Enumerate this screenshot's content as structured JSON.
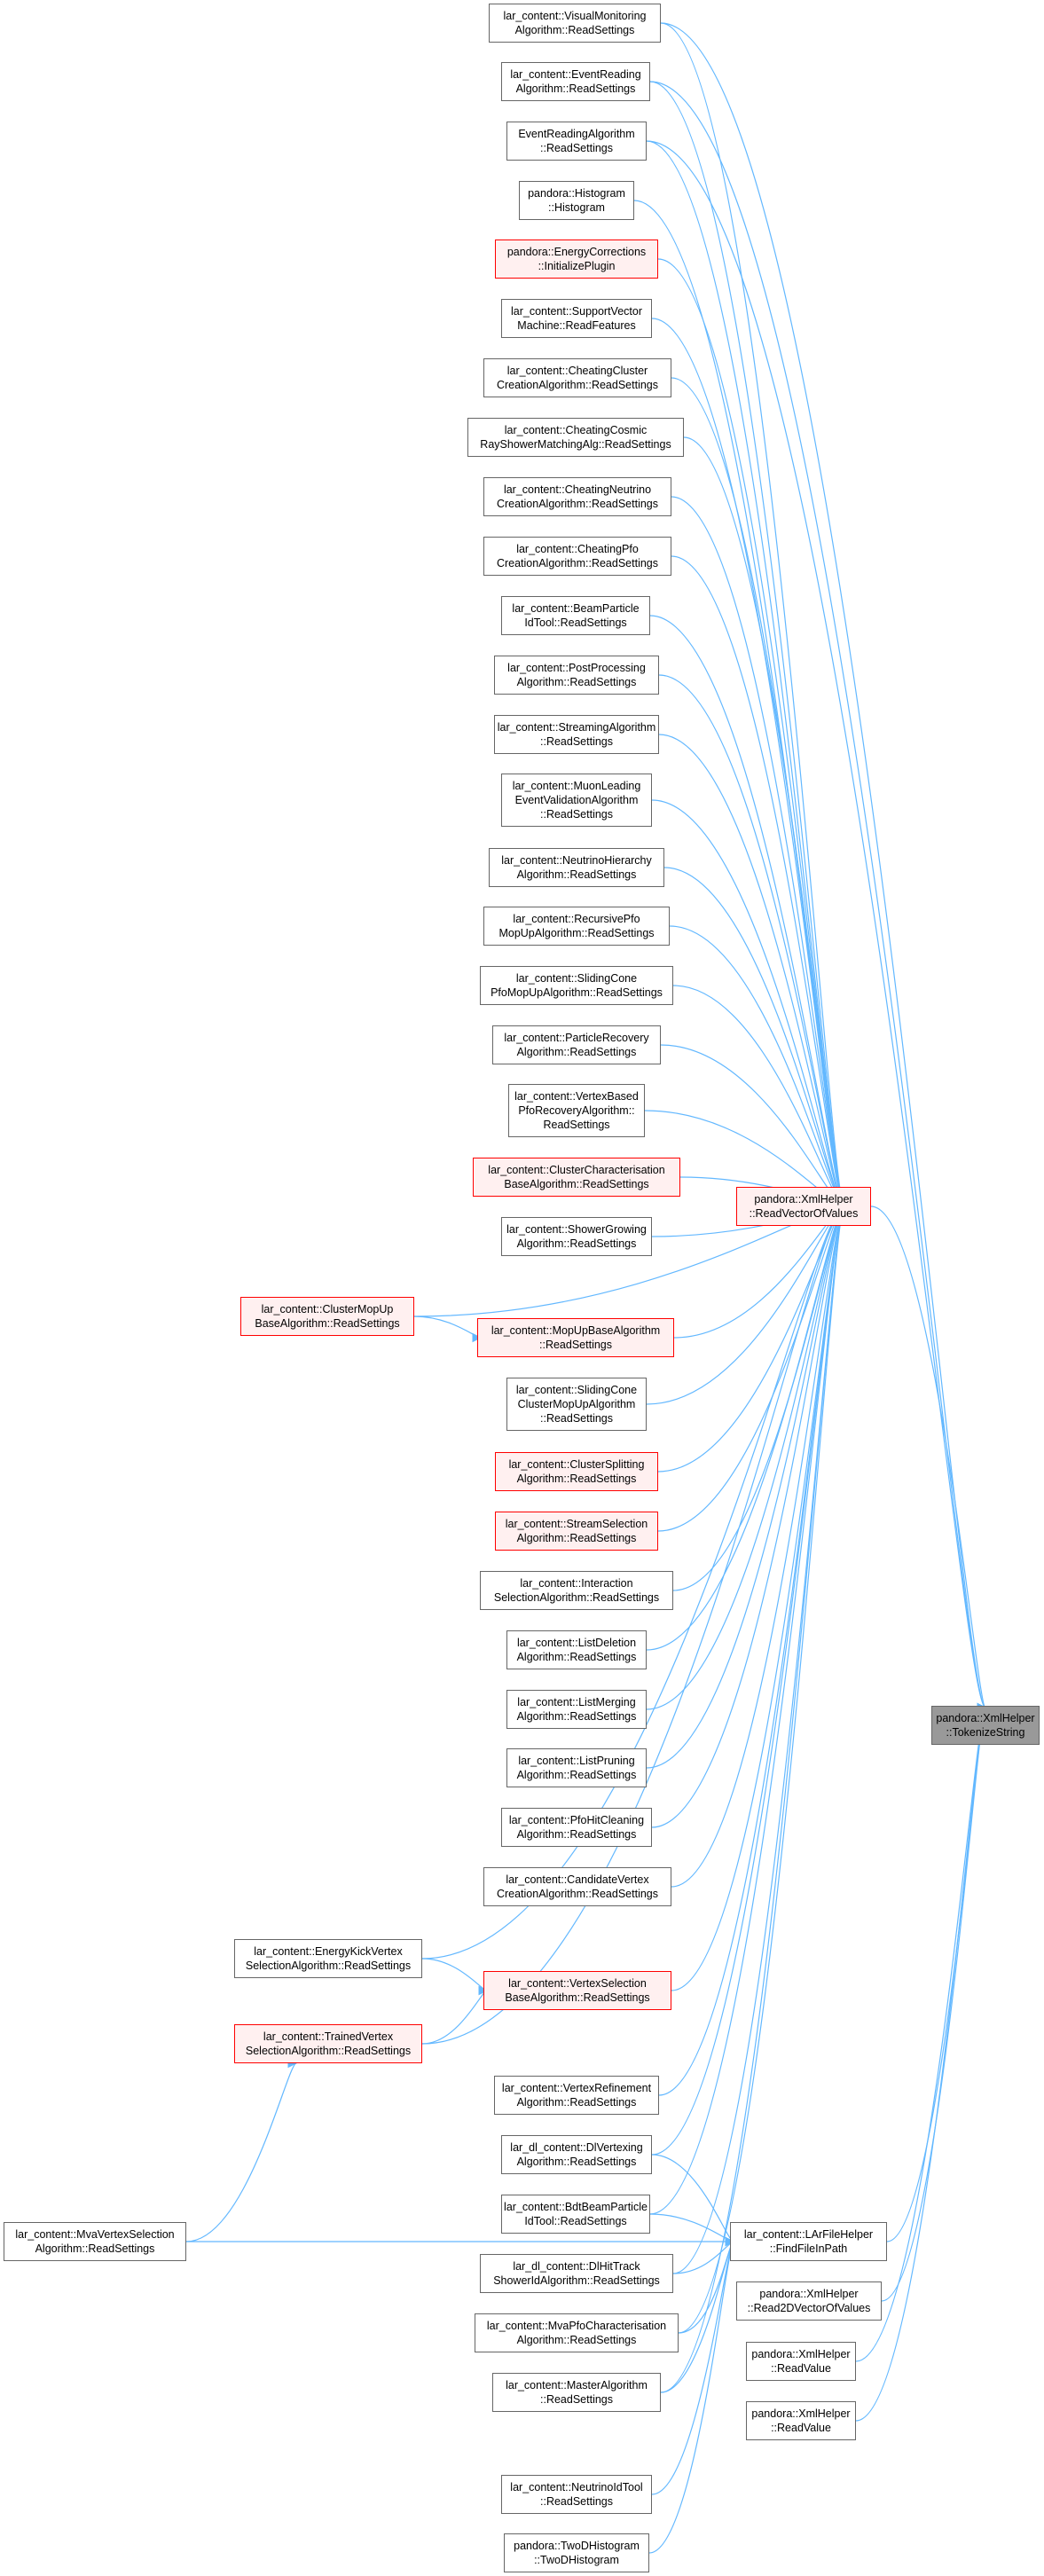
{
  "colors": {
    "edge": "#63b8ff",
    "node_border": "#666666",
    "node_fill": "#ffffff",
    "red_border": "#ff0000",
    "red_fill": "#fff0f0",
    "root_fill": "#999999"
  },
  "nodes": [
    {
      "id": "root",
      "lines": [
        "pandora::XmlHelper",
        "::TokenizeString"
      ],
      "style": "root"
    },
    {
      "id": "rvov",
      "lines": [
        "pandora::XmlHelper",
        "::ReadVectorOfValues"
      ],
      "style": "red"
    },
    {
      "id": "lar_file",
      "lines": [
        "lar_content::LArFileHelper",
        "::FindFileInPath"
      ],
      "style": "normal"
    },
    {
      "id": "r2d",
      "lines": [
        "pandora::XmlHelper",
        "::Read2DVectorOfValues"
      ],
      "style": "normal"
    },
    {
      "id": "rv1",
      "lines": [
        "pandora::XmlHelper",
        "::ReadValue"
      ],
      "style": "normal"
    },
    {
      "id": "rv2",
      "lines": [
        "pandora::XmlHelper",
        "::ReadValue"
      ],
      "style": "normal"
    },
    {
      "id": "visual",
      "lines": [
        "lar_content::VisualMonitoring",
        "Algorithm::ReadSettings"
      ],
      "style": "normal"
    },
    {
      "id": "event_lar",
      "lines": [
        "lar_content::EventReading",
        "Algorithm::ReadSettings"
      ],
      "style": "normal"
    },
    {
      "id": "event_plain",
      "lines": [
        "EventReadingAlgorithm",
        "::ReadSettings"
      ],
      "style": "normal"
    },
    {
      "id": "histogram",
      "lines": [
        "pandora::Histogram",
        "::Histogram"
      ],
      "style": "normal"
    },
    {
      "id": "energy",
      "lines": [
        "pandora::EnergyCorrections",
        "::InitializePlugin"
      ],
      "style": "red"
    },
    {
      "id": "svm",
      "lines": [
        "lar_content::SupportVector",
        "Machine::ReadFeatures"
      ],
      "style": "normal"
    },
    {
      "id": "cheat_cluster",
      "lines": [
        "lar_content::CheatingCluster",
        "CreationAlgorithm::ReadSettings"
      ],
      "style": "normal"
    },
    {
      "id": "cheat_cosmic",
      "lines": [
        "lar_content::CheatingCosmic",
        "RayShowerMatchingAlg::ReadSettings"
      ],
      "style": "normal"
    },
    {
      "id": "cheat_neutrino",
      "lines": [
        "lar_content::CheatingNeutrino",
        "CreationAlgorithm::ReadSettings"
      ],
      "style": "normal"
    },
    {
      "id": "cheat_pfo",
      "lines": [
        "lar_content::CheatingPfo",
        "CreationAlgorithm::ReadSettings"
      ],
      "style": "normal"
    },
    {
      "id": "beam_tool",
      "lines": [
        "lar_content::BeamParticle",
        "IdTool::ReadSettings"
      ],
      "style": "normal"
    },
    {
      "id": "postproc",
      "lines": [
        "lar_content::PostProcessing",
        "Algorithm::ReadSettings"
      ],
      "style": "normal"
    },
    {
      "id": "streaming",
      "lines": [
        "lar_content::StreamingAlgorithm",
        "::ReadSettings"
      ],
      "style": "normal"
    },
    {
      "id": "muon",
      "lines": [
        "lar_content::MuonLeading",
        "EventValidationAlgorithm",
        "::ReadSettings"
      ],
      "style": "normal"
    },
    {
      "id": "nu_hier",
      "lines": [
        "lar_content::NeutrinoHierarchy",
        "Algorithm::ReadSettings"
      ],
      "style": "normal"
    },
    {
      "id": "rec_pfo",
      "lines": [
        "lar_content::RecursivePfo",
        "MopUpAlgorithm::ReadSettings"
      ],
      "style": "normal"
    },
    {
      "id": "sliding_pfo",
      "lines": [
        "lar_content::SlidingCone",
        "PfoMopUpAlgorithm::ReadSettings"
      ],
      "style": "normal"
    },
    {
      "id": "particle_rec",
      "lines": [
        "lar_content::ParticleRecovery",
        "Algorithm::ReadSettings"
      ],
      "style": "normal"
    },
    {
      "id": "vtx_pfo_rec",
      "lines": [
        "lar_content::VertexBased",
        "PfoRecoveryAlgorithm::",
        "ReadSettings"
      ],
      "style": "normal"
    },
    {
      "id": "cluster_char",
      "lines": [
        "lar_content::ClusterCharacterisation",
        "BaseAlgorithm::ReadSettings"
      ],
      "style": "red"
    },
    {
      "id": "shower_grow",
      "lines": [
        "lar_content::ShowerGrowing",
        "Algorithm::ReadSettings"
      ],
      "style": "normal"
    },
    {
      "id": "cluster_mopup",
      "lines": [
        "lar_content::ClusterMopUp",
        "BaseAlgorithm::ReadSettings"
      ],
      "style": "red"
    },
    {
      "id": "mopup_base",
      "lines": [
        "lar_content::MopUpBaseAlgorithm",
        "::ReadSettings"
      ],
      "style": "red"
    },
    {
      "id": "sliding_cluster",
      "lines": [
        "lar_content::SlidingCone",
        "ClusterMopUpAlgorithm",
        "::ReadSettings"
      ],
      "style": "normal"
    },
    {
      "id": "cluster_split",
      "lines": [
        "lar_content::ClusterSplitting",
        "Algorithm::ReadSettings"
      ],
      "style": "red"
    },
    {
      "id": "stream_sel",
      "lines": [
        "lar_content::StreamSelection",
        "Algorithm::ReadSettings"
      ],
      "style": "red"
    },
    {
      "id": "interaction",
      "lines": [
        "lar_content::Interaction",
        "SelectionAlgorithm::ReadSettings"
      ],
      "style": "normal"
    },
    {
      "id": "list_del",
      "lines": [
        "lar_content::ListDeletion",
        "Algorithm::ReadSettings"
      ],
      "style": "normal"
    },
    {
      "id": "list_merge",
      "lines": [
        "lar_content::ListMerging",
        "Algorithm::ReadSettings"
      ],
      "style": "normal"
    },
    {
      "id": "list_prune",
      "lines": [
        "lar_content::ListPruning",
        "Algorithm::ReadSettings"
      ],
      "style": "normal"
    },
    {
      "id": "pfo_hit",
      "lines": [
        "lar_content::PfoHitCleaning",
        "Algorithm::ReadSettings"
      ],
      "style": "normal"
    },
    {
      "id": "cand_vtx",
      "lines": [
        "lar_content::CandidateVertex",
        "CreationAlgorithm::ReadSettings"
      ],
      "style": "normal"
    },
    {
      "id": "energy_kick",
      "lines": [
        "lar_content::EnergyKickVertex",
        "SelectionAlgorithm::ReadSettings"
      ],
      "style": "normal"
    },
    {
      "id": "vtx_sel_base",
      "lines": [
        "lar_content::VertexSelection",
        "BaseAlgorithm::ReadSettings"
      ],
      "style": "red"
    },
    {
      "id": "trained_vtx",
      "lines": [
        "lar_content::TrainedVertex",
        "SelectionAlgorithm::ReadSettings"
      ],
      "style": "red"
    },
    {
      "id": "vtx_refine",
      "lines": [
        "lar_content::VertexRefinement",
        "Algorithm::ReadSettings"
      ],
      "style": "normal"
    },
    {
      "id": "dl_vertexing",
      "lines": [
        "lar_dl_content::DlVertexing",
        "Algorithm::ReadSettings"
      ],
      "style": "normal"
    },
    {
      "id": "bdt_beam",
      "lines": [
        "lar_content::BdtBeamParticle",
        "IdTool::ReadSettings"
      ],
      "style": "normal"
    },
    {
      "id": "mva_vtx_sel",
      "lines": [
        "lar_content::MvaVertexSelection",
        "Algorithm::ReadSettings"
      ],
      "style": "normal"
    },
    {
      "id": "dl_hit",
      "lines": [
        "lar_dl_content::DlHitTrack",
        "ShowerIdAlgorithm::ReadSettings"
      ],
      "style": "normal"
    },
    {
      "id": "mva_pfo",
      "lines": [
        "lar_content::MvaPfoCharacterisation",
        "Algorithm::ReadSettings"
      ],
      "style": "normal"
    },
    {
      "id": "master",
      "lines": [
        "lar_content::MasterAlgorithm",
        "::ReadSettings"
      ],
      "style": "normal"
    },
    {
      "id": "nu_id",
      "lines": [
        "lar_content::NeutrinoIdTool",
        "::ReadSettings"
      ],
      "style": "normal"
    },
    {
      "id": "twod_hist",
      "lines": [
        "pandora::TwoDHistogram",
        "::TwoDHistogram"
      ],
      "style": "normal"
    }
  ],
  "edges": [
    [
      "rvov",
      "root"
    ],
    [
      "lar_file",
      "root"
    ],
    [
      "r2d",
      "root"
    ],
    [
      "rv1",
      "root"
    ],
    [
      "rv2",
      "root"
    ],
    [
      "visual",
      "root"
    ],
    [
      "event_lar",
      "root"
    ],
    [
      "event_plain",
      "root"
    ],
    [
      "visual",
      "rvov"
    ],
    [
      "event_lar",
      "rvov"
    ],
    [
      "event_plain",
      "rvov"
    ],
    [
      "histogram",
      "rvov"
    ],
    [
      "energy",
      "rvov"
    ],
    [
      "svm",
      "rvov"
    ],
    [
      "cheat_cluster",
      "rvov"
    ],
    [
      "cheat_cosmic",
      "rvov"
    ],
    [
      "cheat_neutrino",
      "rvov"
    ],
    [
      "cheat_pfo",
      "rvov"
    ],
    [
      "beam_tool",
      "rvov"
    ],
    [
      "postproc",
      "rvov"
    ],
    [
      "streaming",
      "rvov"
    ],
    [
      "muon",
      "rvov"
    ],
    [
      "nu_hier",
      "rvov"
    ],
    [
      "rec_pfo",
      "rvov"
    ],
    [
      "sliding_pfo",
      "rvov"
    ],
    [
      "particle_rec",
      "rvov"
    ],
    [
      "vtx_pfo_rec",
      "rvov"
    ],
    [
      "cluster_char",
      "rvov"
    ],
    [
      "shower_grow",
      "rvov"
    ],
    [
      "cluster_mopup",
      "rvov"
    ],
    [
      "mopup_base",
      "rvov"
    ],
    [
      "sliding_cluster",
      "rvov"
    ],
    [
      "cluster_split",
      "rvov"
    ],
    [
      "stream_sel",
      "rvov"
    ],
    [
      "interaction",
      "rvov"
    ],
    [
      "list_del",
      "rvov"
    ],
    [
      "list_merge",
      "rvov"
    ],
    [
      "list_prune",
      "rvov"
    ],
    [
      "pfo_hit",
      "rvov"
    ],
    [
      "cand_vtx",
      "rvov"
    ],
    [
      "energy_kick",
      "rvov"
    ],
    [
      "vtx_sel_base",
      "rvov"
    ],
    [
      "trained_vtx",
      "rvov"
    ],
    [
      "vtx_refine",
      "rvov"
    ],
    [
      "dl_vertexing",
      "rvov"
    ],
    [
      "bdt_beam",
      "rvov"
    ],
    [
      "dl_hit",
      "rvov"
    ],
    [
      "mva_pfo",
      "rvov"
    ],
    [
      "master",
      "rvov"
    ],
    [
      "cluster_mopup",
      "mopup_base"
    ],
    [
      "energy_kick",
      "vtx_sel_base"
    ],
    [
      "trained_vtx",
      "vtx_sel_base"
    ],
    [
      "mva_vtx_sel",
      "trained_vtx"
    ],
    [
      "dl_vertexing",
      "lar_file"
    ],
    [
      "bdt_beam",
      "lar_file"
    ],
    [
      "mva_vtx_sel",
      "lar_file"
    ],
    [
      "dl_hit",
      "lar_file"
    ],
    [
      "mva_pfo",
      "lar_file"
    ],
    [
      "master",
      "lar_file"
    ],
    [
      "nu_id",
      "lar_file"
    ],
    [
      "twod_hist",
      "lar_file"
    ]
  ]
}
